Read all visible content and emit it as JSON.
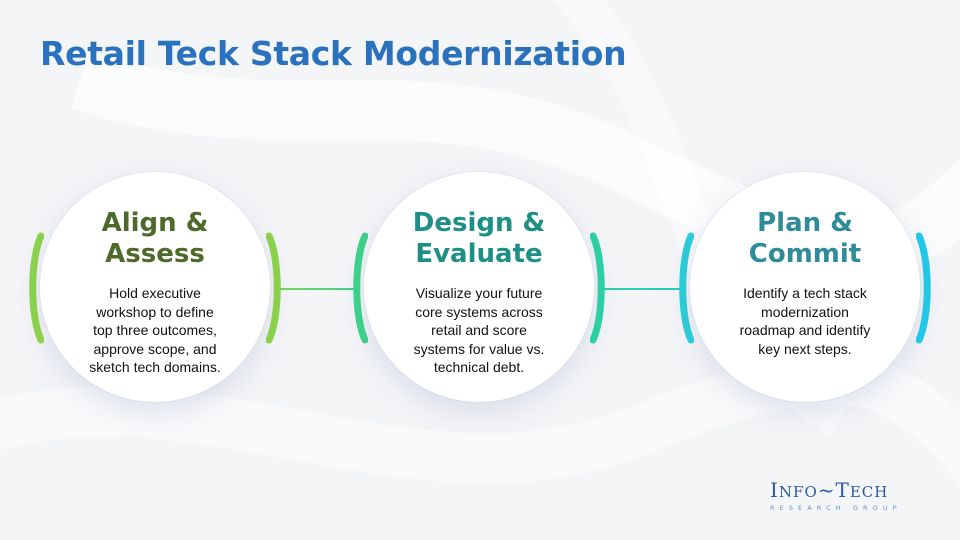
{
  "title": "Retail Teck Stack Modernization",
  "steps": [
    {
      "heading_lines": [
        "Align &",
        "Assess"
      ],
      "desc_lines": [
        "Hold executive",
        "workshop to define",
        "top three outcomes,",
        "approve scope, and",
        "sketch tech domains."
      ],
      "accent": "#7fd35a"
    },
    {
      "heading_lines": [
        "Design &",
        "Evaluate"
      ],
      "desc_lines": [
        "Visualize your future",
        "core systems across",
        "retail and score",
        "systems for value vs.",
        "technical debt."
      ],
      "accent": "#2ed1a6"
    },
    {
      "heading_lines": [
        "Plan &",
        "Commit"
      ],
      "desc_lines": [
        "Identify a tech stack",
        "modernization",
        "roadmap and identify",
        "key next steps."
      ],
      "accent": "#26c9e0"
    }
  ],
  "logo": {
    "main_i": "I",
    "main_nfo": "NFO",
    "main_tilde": "~",
    "main_t": "T",
    "main_ech": "ECH",
    "sub": "RESEARCH GROUP"
  },
  "colors": {
    "title": "#2a72bd",
    "heading_1": "#4c6a2a",
    "heading_2": "#1e8f86",
    "heading_3": "#2e8b9a",
    "logo": "#2d5aa8"
  }
}
